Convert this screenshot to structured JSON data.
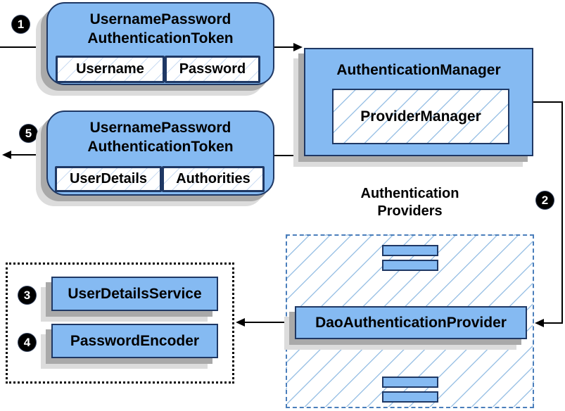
{
  "steps": {
    "one": "1",
    "two": "2",
    "three": "3",
    "four": "4",
    "five": "5"
  },
  "request_token": {
    "title_line1": "UsernamePassword",
    "title_line2": "AuthenticationToken",
    "fields": [
      "Username",
      "Password"
    ]
  },
  "authentication_manager": {
    "title": "AuthenticationManager",
    "inner": "ProviderManager"
  },
  "result_token": {
    "title_line1": "UsernamePassword",
    "title_line2": "AuthenticationToken",
    "fields": [
      "UserDetails",
      "Authorities"
    ]
  },
  "providers": {
    "label_line1": "Authentication",
    "label_line2": "Providers",
    "dao": "DaoAuthenticationProvider"
  },
  "services": {
    "user_details_service": "UserDetailsService",
    "password_encoder": "PasswordEncoder"
  },
  "colors": {
    "box_fill": "#85BAF2",
    "box_border": "#1F3864",
    "hatch_line": "#9DC3E6",
    "dashed_border": "#4A7EBB",
    "dotted_border": "#000000",
    "shadow_dark": "#A9A9A9",
    "shadow_light": "#DCDCDC",
    "connector": "#000000"
  }
}
